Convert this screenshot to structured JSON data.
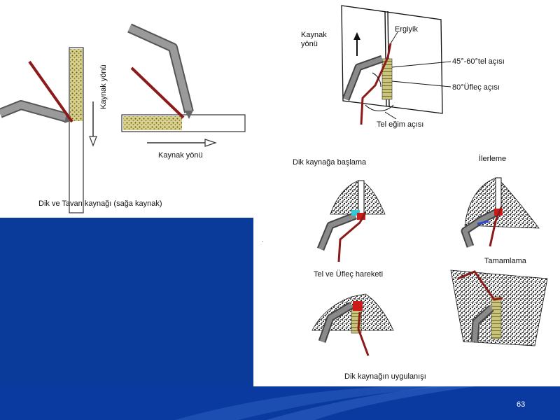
{
  "left": {
    "vertical_direction_label": "Kaynak yönü",
    "horizontal_direction_label": "Kaynak yönü",
    "caption": "Dik ve Tavan kaynağı (sağa kaynak)"
  },
  "right": {
    "direction_label_line1": "Kaynak",
    "direction_label_line2": "yönü",
    "molten_pool_label": "Ergiyik",
    "wire_angle_label": "45°-60°tel açısı",
    "torch_angle_label": "80°Üfleç açısı",
    "wire_tilt_label": "Tel eğim açısı",
    "start_label": "Dik kaynağa başlama",
    "progress_label": "İlerleme",
    "motion_label": "Tel ve Üfleç hareketi",
    "finish_label": "Tamamlama",
    "caption": "Dik kaynağın uygulanışı"
  },
  "footer": {
    "page_number": "63"
  },
  "colors": {
    "slide_blue": "#0a3a9a",
    "wire_red": "#8b1a1a",
    "torch_gray": "#707070",
    "bead_olive": "#c9c47a"
  }
}
